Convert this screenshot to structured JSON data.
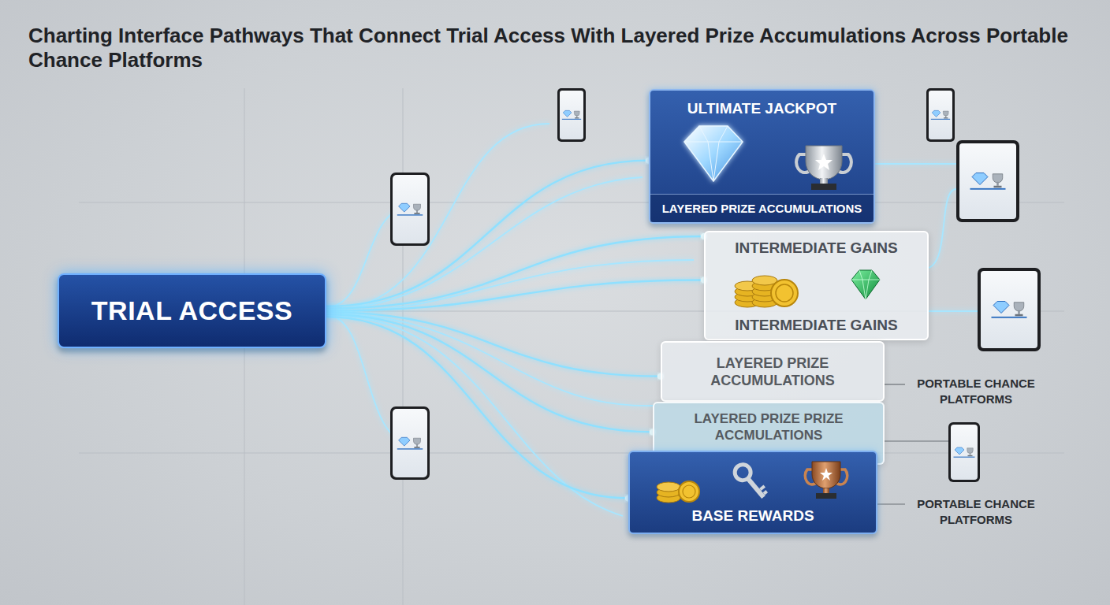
{
  "diagram": {
    "title": "Charting Interface Pathways That Connect Trial Access With Layered Prize Accumulations Across Portable Chance Platforms",
    "nodes": [
      {
        "text": [
          "TRIAL ACCESS"
        ]
      },
      {
        "text": [
          "ULTIMATE JACKPOT",
          "LAYERED PRIZE ACCUMULATIONS"
        ]
      },
      {
        "text": [
          "INTERMEDIATE GAINS",
          "INTERMEDIATE GAINS"
        ]
      },
      {
        "text": [
          "LAYERED PRIZE ACCUMULATIONS"
        ]
      },
      {
        "text": [
          "LAYERED PRIZE PRIZE ACCMULATIONS"
        ]
      },
      {
        "text": [
          "BASE REWARDS"
        ]
      }
    ],
    "edges": [
      {
        "from": 0,
        "to": 1,
        "arrow": "none"
      },
      {
        "from": 0,
        "to": 2,
        "arrow": "none"
      },
      {
        "from": 0,
        "to": 2,
        "arrow": "none"
      },
      {
        "from": 0,
        "to": 3,
        "arrow": "none"
      },
      {
        "from": 0,
        "to": 4,
        "arrow": "none"
      },
      {
        "from": 0,
        "to": 5,
        "arrow": "none"
      }
    ],
    "labels": [
      "PORTABLE CHANCE PLATFORMS",
      "PORTABLE CHANCE PLATFORMS"
    ]
  }
}
